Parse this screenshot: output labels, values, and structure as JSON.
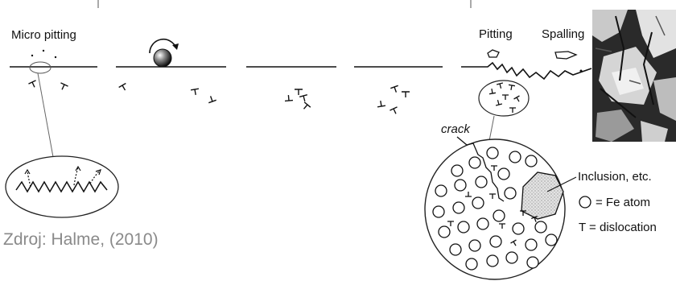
{
  "labels": {
    "micro_pitting": "Micro pitting",
    "pitting": "Pitting",
    "spalling": "Spalling",
    "crack": "crack",
    "inclusion": "Inclusion, etc.",
    "fe_atom": "= Fe atom",
    "dislocation": "T = dislocation"
  },
  "source": "Zdroj: Halme, (2010)"
}
